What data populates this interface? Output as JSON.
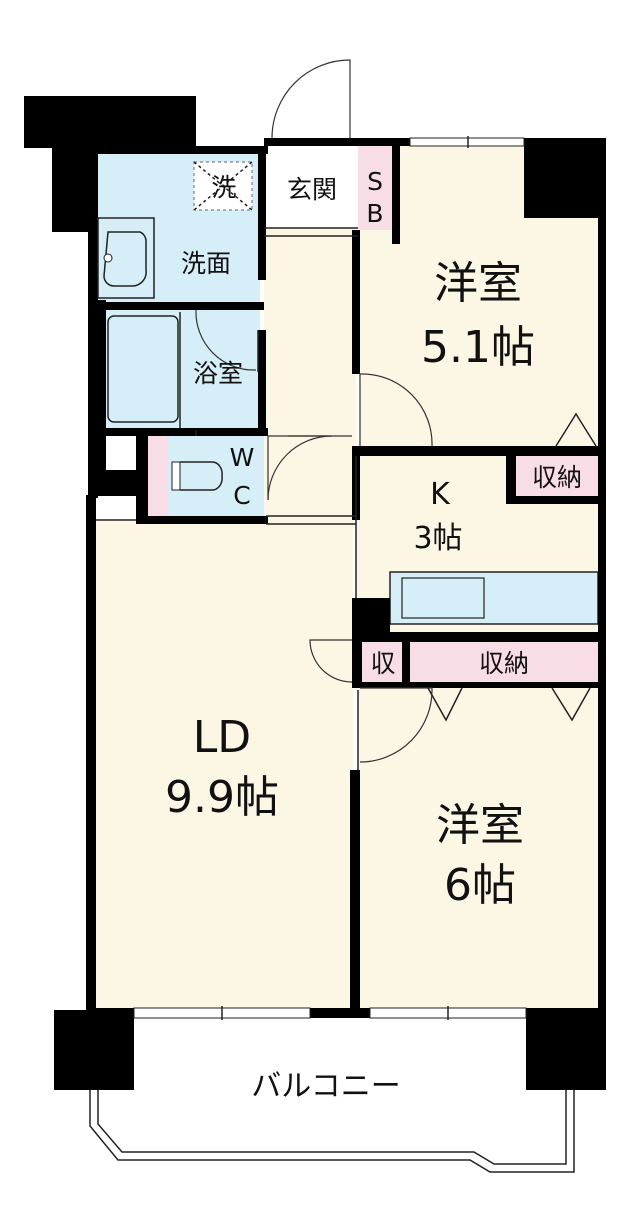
{
  "floorplan": {
    "rooms": {
      "western_room_1": {
        "name": "洋室",
        "size": "5.1帖"
      },
      "western_room_2": {
        "name": "洋室",
        "size": "6帖"
      },
      "living_dining": {
        "name": "LD",
        "size": "9.9帖"
      },
      "kitchen": {
        "name": "K",
        "size": "3帖"
      },
      "entrance": {
        "name": "玄関"
      },
      "shoe_box": {
        "line1": "S",
        "line2": "B"
      },
      "laundry": {
        "name": "洗"
      },
      "washroom": {
        "name": "洗面"
      },
      "bathroom": {
        "name": "浴室"
      },
      "toilet": {
        "line1": "W",
        "line2": "C"
      },
      "storage_kitchen": {
        "name": "収納"
      },
      "storage_small": {
        "name": "収"
      },
      "storage_hall": {
        "name": "収納"
      },
      "balcony": {
        "name": "バルコニー"
      }
    },
    "colors": {
      "room_fill": "#fcf6e4",
      "wet_area_fill": "#d6eef7",
      "storage_fill": "#f8dde6",
      "wall": "#000000"
    }
  }
}
